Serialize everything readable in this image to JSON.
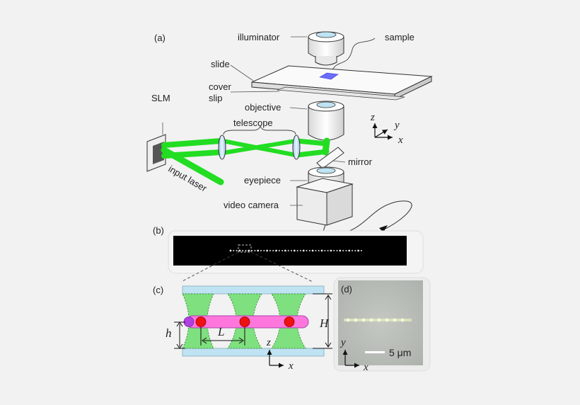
{
  "panels": {
    "a": "(a)",
    "b": "(b)",
    "c": "(c)",
    "d": "(d)"
  },
  "labels": {
    "illuminator": "illuminator",
    "sample": "sample",
    "slide": "slide",
    "cover": "cover",
    "slip": "slip",
    "objective": "objective",
    "telescope": "telescope",
    "slm": "SLM",
    "mirror": "mirror",
    "input_laser": "input laser",
    "eyepiece": "eyepiece",
    "video_camera": "video camera"
  },
  "axes_a": {
    "z": "z",
    "y": "y",
    "x": "x"
  },
  "panel_c": {
    "h": "h",
    "L": "L",
    "H": "H",
    "z": "z",
    "x": "x"
  },
  "panel_d": {
    "scale": "5 μm",
    "y": "y",
    "x": "x"
  },
  "colors": {
    "laser": "#22dd22",
    "particle": "#ee1111",
    "channel": "#ff77dd",
    "glass": "#bfe3f2",
    "sample_patch": "#6a6cff"
  }
}
